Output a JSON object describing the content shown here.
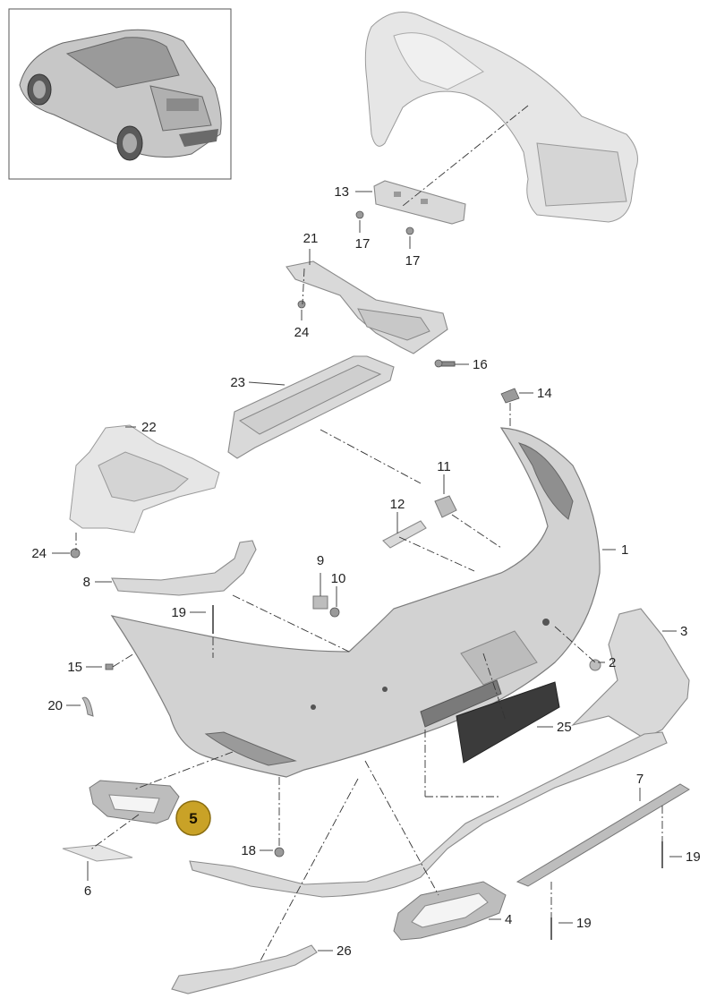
{
  "parts": [
    {
      "id": "p1",
      "label": "1"
    },
    {
      "id": "p2",
      "label": "2"
    },
    {
      "id": "p3",
      "label": "3"
    },
    {
      "id": "p4",
      "label": "4"
    },
    {
      "id": "p5",
      "label": "5",
      "highlighted": true
    },
    {
      "id": "p6",
      "label": "6"
    },
    {
      "id": "p7",
      "label": "7"
    },
    {
      "id": "p8",
      "label": "8"
    },
    {
      "id": "p9",
      "label": "9"
    },
    {
      "id": "p10",
      "label": "10"
    },
    {
      "id": "p11",
      "label": "11"
    },
    {
      "id": "p12",
      "label": "12"
    },
    {
      "id": "p13",
      "label": "13"
    },
    {
      "id": "p14",
      "label": "14"
    },
    {
      "id": "p15",
      "label": "15"
    },
    {
      "id": "p16",
      "label": "16"
    },
    {
      "id": "p17a",
      "label": "17"
    },
    {
      "id": "p17b",
      "label": "17"
    },
    {
      "id": "p18",
      "label": "18"
    },
    {
      "id": "p19a",
      "label": "19"
    },
    {
      "id": "p19b",
      "label": "19"
    },
    {
      "id": "p19c",
      "label": "19"
    },
    {
      "id": "p20",
      "label": "20"
    },
    {
      "id": "p21",
      "label": "21"
    },
    {
      "id": "p22",
      "label": "22"
    },
    {
      "id": "p23",
      "label": "23"
    },
    {
      "id": "p24a",
      "label": "24"
    },
    {
      "id": "p24b",
      "label": "24"
    },
    {
      "id": "p25",
      "label": "25"
    },
    {
      "id": "p26",
      "label": "26"
    }
  ],
  "colors": {
    "highlight_fill": "#c9a227",
    "highlight_stroke": "#8a6d10",
    "license_plate": "#3b3b3b",
    "part_fill": "#d9d9d9"
  }
}
